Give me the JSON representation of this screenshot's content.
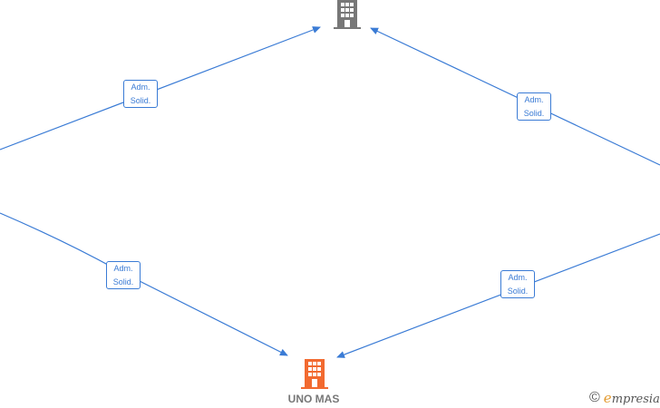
{
  "nodes": {
    "top": {
      "label": "",
      "color": "#777777",
      "icon": "building-icon"
    },
    "bottom": {
      "label": "UNO MAS",
      "color": "#f26a30",
      "icon": "building-icon"
    }
  },
  "edges": [
    {
      "line1": "Adm.",
      "line2": "Solid."
    },
    {
      "line1": "Adm.",
      "line2": "Solid."
    },
    {
      "line1": "Adm.",
      "line2": "Solid."
    },
    {
      "line1": "Adm.",
      "line2": "Solid."
    }
  ],
  "colors": {
    "edge": "#3a7bd5"
  },
  "brand": {
    "copyright": "©",
    "initial": "e",
    "rest": "mpresia"
  }
}
